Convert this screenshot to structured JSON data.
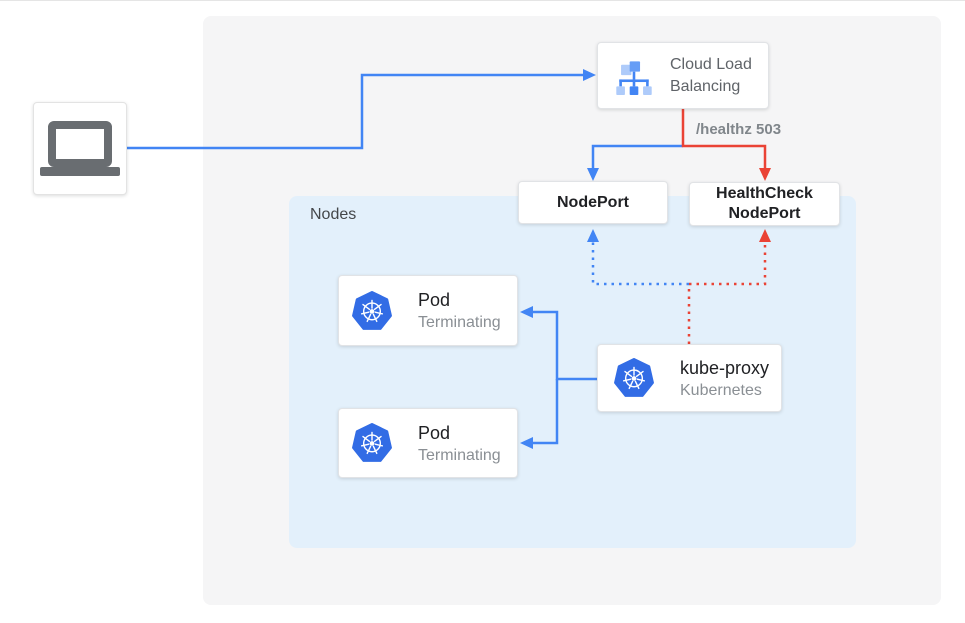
{
  "colors": {
    "accent-blue": "#4285F4",
    "accent-red": "#EA4335",
    "panel-bg": "#F5F5F6",
    "nodes-bg": "#E3F0FB",
    "k8s-blue": "#326CE5",
    "icon-gray": "#696D71"
  },
  "labels": {
    "nodes": "Nodes",
    "healthz": "/healthz 503"
  },
  "boxes": {
    "client": {
      "icon": "laptop-icon"
    },
    "load_balancer": {
      "title": "Cloud Load Balancing",
      "icon": "cloud-load-balancing-icon"
    },
    "nodeport": {
      "title": "NodePort"
    },
    "healthcheck_nodeport": {
      "title": "HealthCheck NodePort"
    },
    "pods": [
      {
        "title": "Pod",
        "subtitle": "Terminating",
        "icon": "kubernetes-icon"
      },
      {
        "title": "Pod",
        "subtitle": "Terminating",
        "icon": "kubernetes-icon"
      }
    ],
    "kube_proxy": {
      "title": "kube-proxy",
      "subtitle": "Kubernetes",
      "icon": "kubernetes-icon"
    }
  }
}
